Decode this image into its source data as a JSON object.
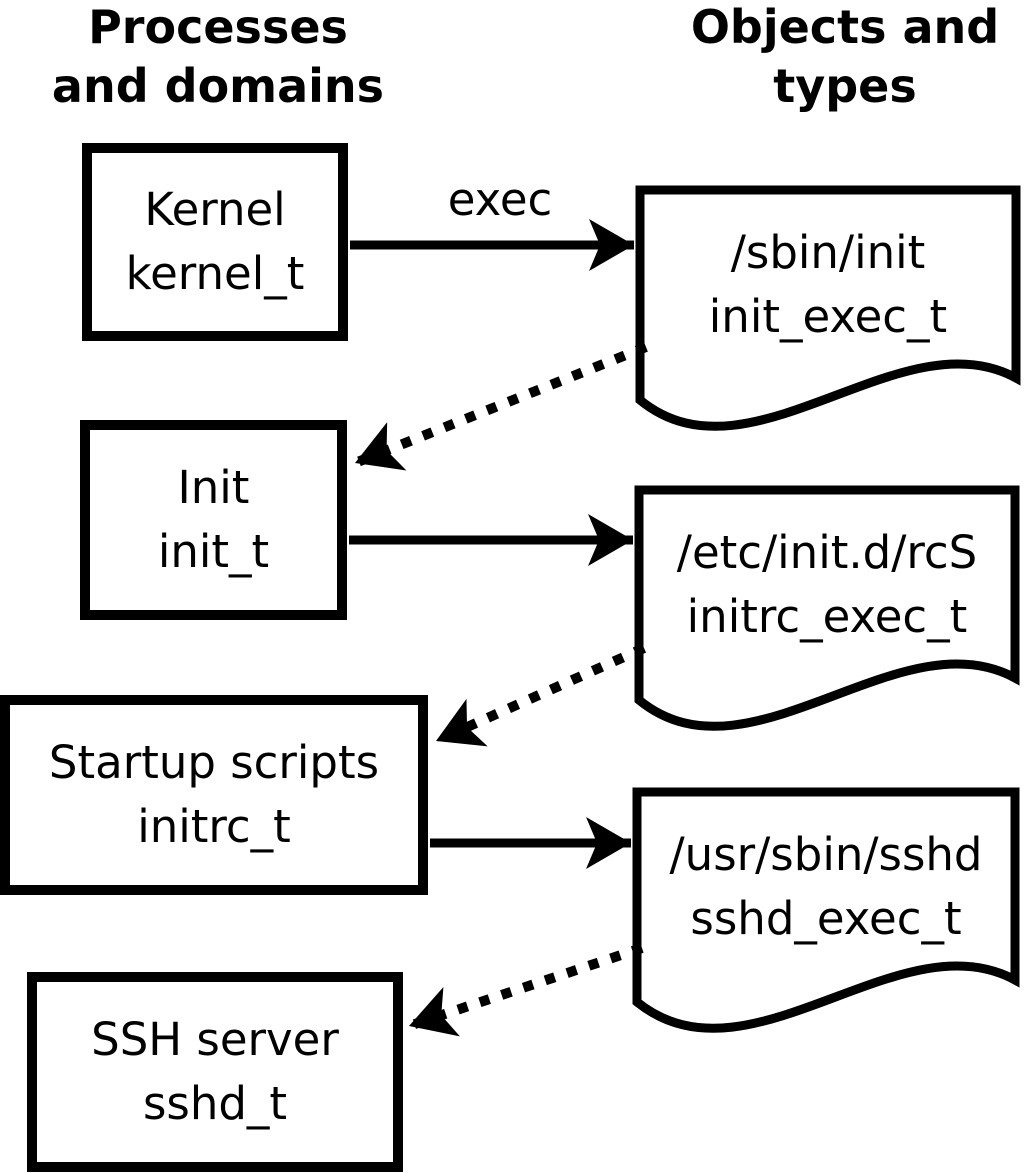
{
  "columns": {
    "left": {
      "title_line1": "Processes",
      "title_line2": "and domains"
    },
    "right": {
      "title_line1": "Objects and",
      "title_line2": "types"
    }
  },
  "processes": [
    {
      "label": "Kernel",
      "type": "kernel_t"
    },
    {
      "label": "Init",
      "type": "init_t"
    },
    {
      "label": "Startup scripts",
      "type": "initrc_t"
    },
    {
      "label": "SSH server",
      "type": "sshd_t"
    }
  ],
  "objects": [
    {
      "path": "/sbin/init",
      "type": "init_exec_t"
    },
    {
      "path": "/etc/init.d/rcS",
      "type": "initrc_exec_t"
    },
    {
      "path": "/usr/sbin/sshd",
      "type": "sshd_exec_t"
    }
  ],
  "labels": {
    "exec": "exec"
  },
  "colors": {
    "foreground": "#000000",
    "background": "#ffffff"
  }
}
